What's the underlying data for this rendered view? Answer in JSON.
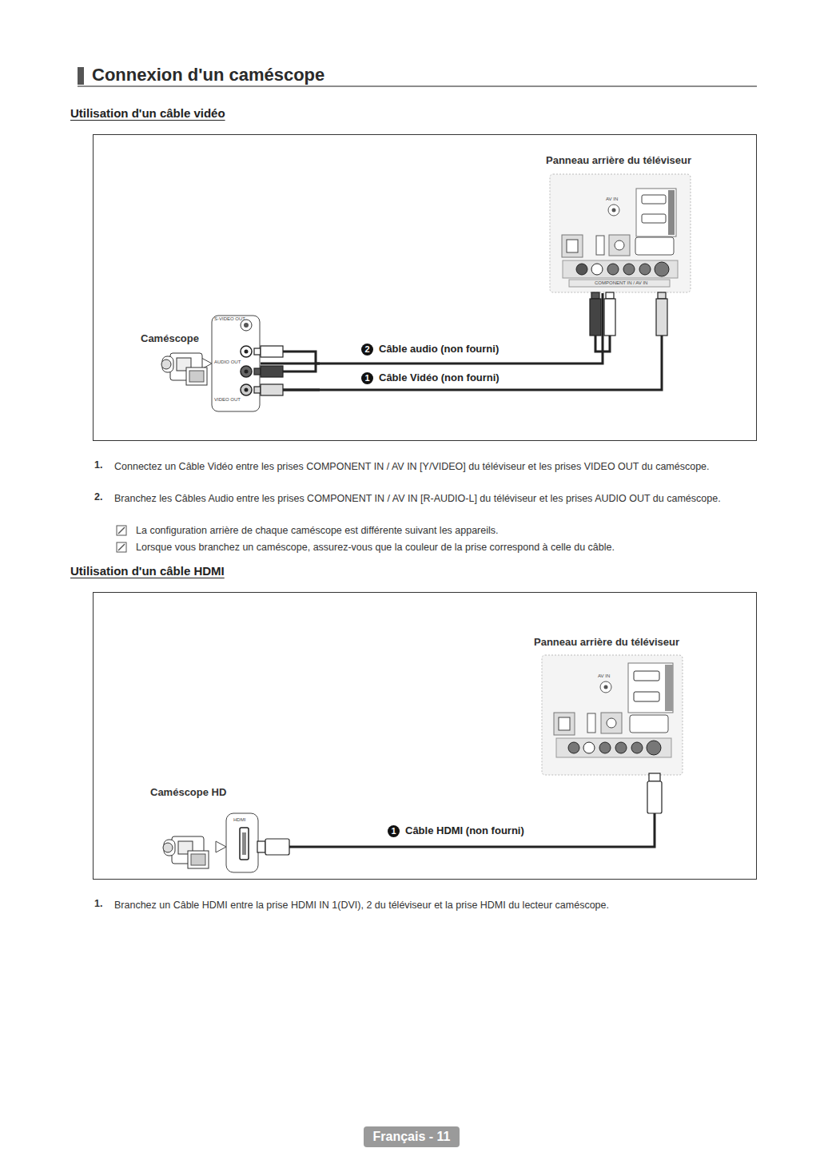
{
  "diagram": {
    "title": "Connexion d'un caméscope",
    "nodes": [
      {
        "text": [
          "Caméscope"
        ]
      },
      {
        "text": [
          "Panneau arrière du téléviseur"
        ]
      },
      {
        "text": [
          "Caméscope HD"
        ]
      },
      {
        "text": [
          "Panneau arrière du téléviseur"
        ]
      }
    ],
    "edges": [
      {
        "from": 0,
        "to": 1,
        "label": "Câble audio (non fourni)",
        "arrow": "none"
      },
      {
        "from": 0,
        "to": 1,
        "label": "Câble Vidéo (non fourni)",
        "arrow": "none"
      },
      {
        "from": 2,
        "to": 3,
        "label": "Câble HDMI (non fourni)",
        "arrow": "none"
      }
    ],
    "labels": [
      "Utilisation d'un câble vidéo",
      "2",
      "1",
      "S-VIDEO OUT",
      "AUDIO OUT",
      "VIDEO OUT",
      "AV IN",
      "COMPONENT IN / AV IN",
      "1.",
      "Connectez un Câble Vidéo entre les prises COMPONENT IN / AV IN [Y/VIDEO] du téléviseur et les prises VIDEO OUT du caméscope.",
      "2.",
      "Branchez les Câbles Audio entre les prises COMPONENT IN / AV IN [R-AUDIO-L] du téléviseur et les prises AUDIO OUT du caméscope.",
      "La configuration arrière de chaque caméscope est différente suivant les appareils.",
      "Lorsque vous branchez un caméscope, assurez-vous que la couleur de la prise correspond à celle du câble.",
      "Utilisation d'un câble HDMI",
      "1",
      "HDMI",
      "AV IN",
      "1.",
      "Branchez un Câble HDMI entre la prise HDMI IN 1(DVI), 2 du téléviseur et la prise HDMI du lecteur caméscope.",
      "Français - 11"
    ]
  }
}
